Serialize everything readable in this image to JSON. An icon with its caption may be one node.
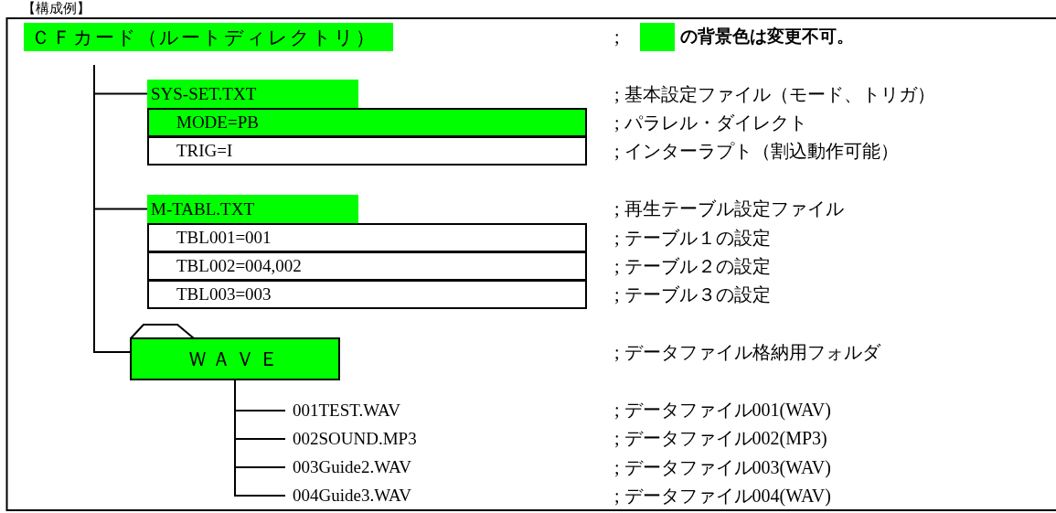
{
  "diagram": {
    "title": "【構成例】",
    "nodes": [
      {
        "text": [
          "ＣＦカード（ルートディレクトリ）"
        ]
      },
      {
        "text": [
          "SYS-SET.TXT"
        ]
      },
      {
        "text": [
          "MODE=PB"
        ],
        "beside": [
          "; パラレル・ダイレクト"
        ]
      },
      {
        "text": [
          "TRIG=I"
        ],
        "beside": [
          "; インターラプト（割込動作可能）"
        ]
      },
      {
        "text": [
          "M-TABL.TXT"
        ]
      },
      {
        "text": [
          "TBL001=001"
        ],
        "beside": [
          "; テーブル１の設定"
        ]
      },
      {
        "text": [
          "TBL002=004,002"
        ],
        "beside": [
          "; テーブル２の設定"
        ]
      },
      {
        "text": [
          "TBL003=003"
        ],
        "beside": [
          "; テーブル３の設定"
        ]
      },
      {
        "text": [
          "ＷＡＶＥ"
        ]
      },
      {
        "text": [
          "001TEST.WAV"
        ]
      },
      {
        "text": [
          "002SOUND.MP3"
        ]
      },
      {
        "text": [
          "003Guide2.WAV"
        ]
      },
      {
        "text": [
          "004Guide3.WAV"
        ]
      }
    ],
    "edges": [
      {
        "from": 0,
        "to": 1,
        "arrow": "none"
      },
      {
        "from": 0,
        "to": 4,
        "arrow": "none"
      },
      {
        "from": 0,
        "to": 8,
        "arrow": "none"
      },
      {
        "from": 8,
        "to": 9,
        "arrow": "none"
      },
      {
        "from": 8,
        "to": 10,
        "arrow": "none"
      },
      {
        "from": 8,
        "to": 11,
        "arrow": "none"
      },
      {
        "from": 8,
        "to": 12,
        "arrow": "none"
      }
    ],
    "labels": [
      ";",
      "; 基本設定ファイル（モード、トリガ）",
      "; 再生テーブル設定ファイル",
      "; データファイル格納用フォルダ",
      "; データファイル001(WAV)",
      "; データファイル002(MP3)",
      "; データファイル003(WAV)",
      "; データファイル004(WAV)"
    ],
    "legend": [
      {
        "text": "の背景色は変更不可。",
        "color": "#00ff00"
      }
    ]
  }
}
